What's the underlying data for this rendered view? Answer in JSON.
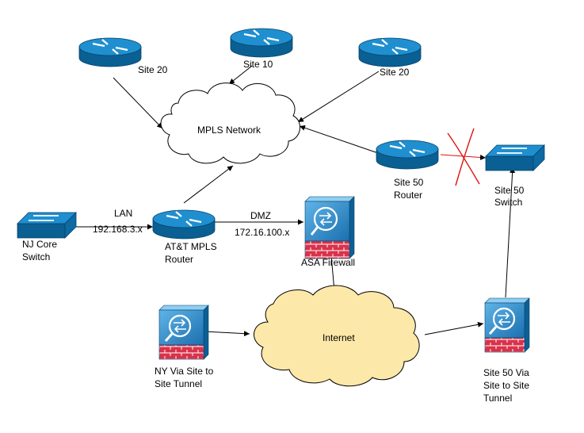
{
  "colors": {
    "background": "#ffffff",
    "router_top": "#1f8fd0",
    "router_side": "#0a5f93",
    "firewall_blue": "#2e8fd3",
    "firewall_brick": "#d9324a",
    "mpls_cloud": "#ffffff",
    "internet_cloud": "#fce8a8",
    "edge": "#000000",
    "broken_link": "#e01010"
  },
  "icons": {
    "router": "router-icon",
    "switch": "switch-icon",
    "firewall": "asa-firewall-icon",
    "cloud": "cloud-icon"
  },
  "labels": {
    "site20_left": "Site 20",
    "site10": "Site 10",
    "site20_right": "Site 20",
    "mpls": "MPLS Network",
    "site50_router_1": "Site 50",
    "site50_router_2": "Router",
    "site50_switch_1": "Site 50",
    "site50_switch_2": "Switch",
    "lan": "LAN",
    "lan_subnet": "192.168.3.x",
    "nj_core_1": "NJ Core",
    "nj_core_2": "Switch",
    "att_1": "AT&T MPLS",
    "att_2": "Router",
    "dmz": "DMZ",
    "dmz_subnet": "172.16.100.x",
    "asa": "ASA Firewall",
    "internet": "Internet",
    "ny_1": "NY Via Site to",
    "ny_2": "Site Tunnel",
    "s50fw_1": "Site 50 Via",
    "s50fw_2": "Site to Site",
    "s50fw_3": "Tunnel"
  }
}
